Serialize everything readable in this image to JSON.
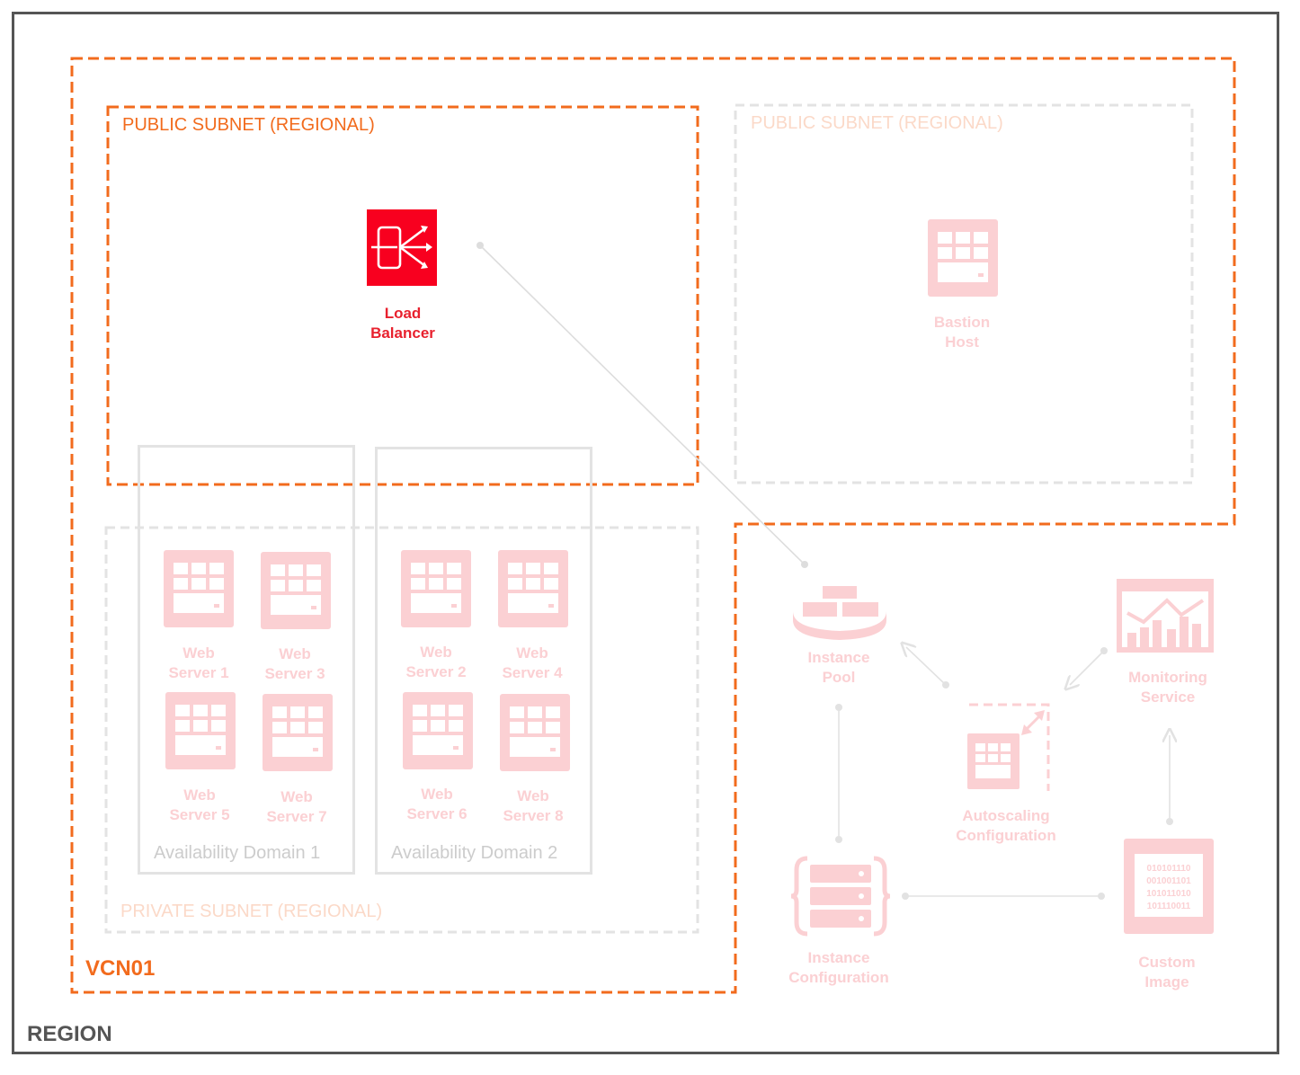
{
  "region": {
    "label": "REGION"
  },
  "vcn": {
    "label": "VCN01"
  },
  "subnets": {
    "public_lb": "PUBLIC SUBNET (REGIONAL)",
    "public_bastion": "PUBLIC SUBNET (REGIONAL)",
    "private": "PRIVATE SUBNET (REGIONAL)"
  },
  "availability_domains": {
    "ad1": "Availability Domain 1",
    "ad2": "Availability Domain 2"
  },
  "load_balancer": {
    "line1": "Load",
    "line2": "Balancer"
  },
  "bastion": {
    "line1": "Bastion",
    "line2": "Host"
  },
  "web_servers": {
    "ws1": {
      "line1": "Web",
      "line2": "Server 1"
    },
    "ws2": {
      "line1": "Web",
      "line2": "Server 2"
    },
    "ws3": {
      "line1": "Web",
      "line2": "Server 3"
    },
    "ws4": {
      "line1": "Web",
      "line2": "Server 4"
    },
    "ws5": {
      "line1": "Web",
      "line2": "Server 5"
    },
    "ws6": {
      "line1": "Web",
      "line2": "Server 6"
    },
    "ws7": {
      "line1": "Web",
      "line2": "Server 7"
    },
    "ws8": {
      "line1": "Web",
      "line2": "Server 8"
    }
  },
  "instance_pool": {
    "line1": "Instance",
    "line2": "Pool"
  },
  "monitoring": {
    "line1": "Monitoring",
    "line2": "Service"
  },
  "autoscaling": {
    "line1": "Autoscaling",
    "line2": "Configuration"
  },
  "instance_config": {
    "line1": "Instance",
    "line2": "Configuration"
  },
  "custom_image": {
    "line1": "Custom",
    "line2": "Image",
    "binary": [
      "010101110",
      "001001101",
      "101011010",
      "101110011"
    ]
  },
  "colors": {
    "orange": "#f26b1d",
    "red": "#e8212e",
    "faint_red": "#fbd0d3",
    "faint_orange": "#fbd9c8",
    "gray": "#555555",
    "light_gray": "#e3e3e3"
  }
}
